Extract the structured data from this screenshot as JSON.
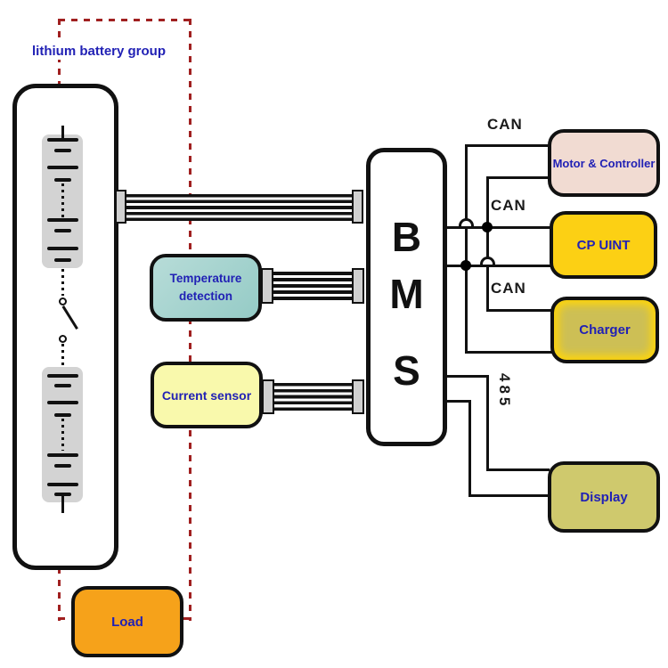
{
  "title_label": "lithium battery group",
  "bms": {
    "letters": [
      "B",
      "M",
      "S"
    ]
  },
  "modules": {
    "temperature": {
      "line1": "Temperature",
      "line2": "detection",
      "fill": "#a9d5d1"
    },
    "current_sensor": {
      "label": "Current sensor",
      "fill": "#f9f9ac"
    },
    "load": {
      "label": "Load",
      "fill": "#f6a21a"
    },
    "motor_controller": {
      "label": "Motor & Controller",
      "fill": "#f1dbd2"
    },
    "cp_unit": {
      "label": "CP UINT",
      "fill": "#fcd014"
    },
    "charger": {
      "label": "Charger",
      "fill": "#cdbf55"
    },
    "display": {
      "label": "Display",
      "fill": "#cfc96d"
    }
  },
  "bus_labels": {
    "can_motor": "CAN",
    "can_cp_unit": "CAN",
    "can_charger": "CAN",
    "rs485": "485"
  },
  "colors": {
    "wire": "#111111",
    "dashed_outline": "#a02020",
    "label_text": "#2121b5",
    "bus_text": "#1a1a1a",
    "connector_fill": "#d0d0d0",
    "cell_strip": "#d3d3d3"
  }
}
